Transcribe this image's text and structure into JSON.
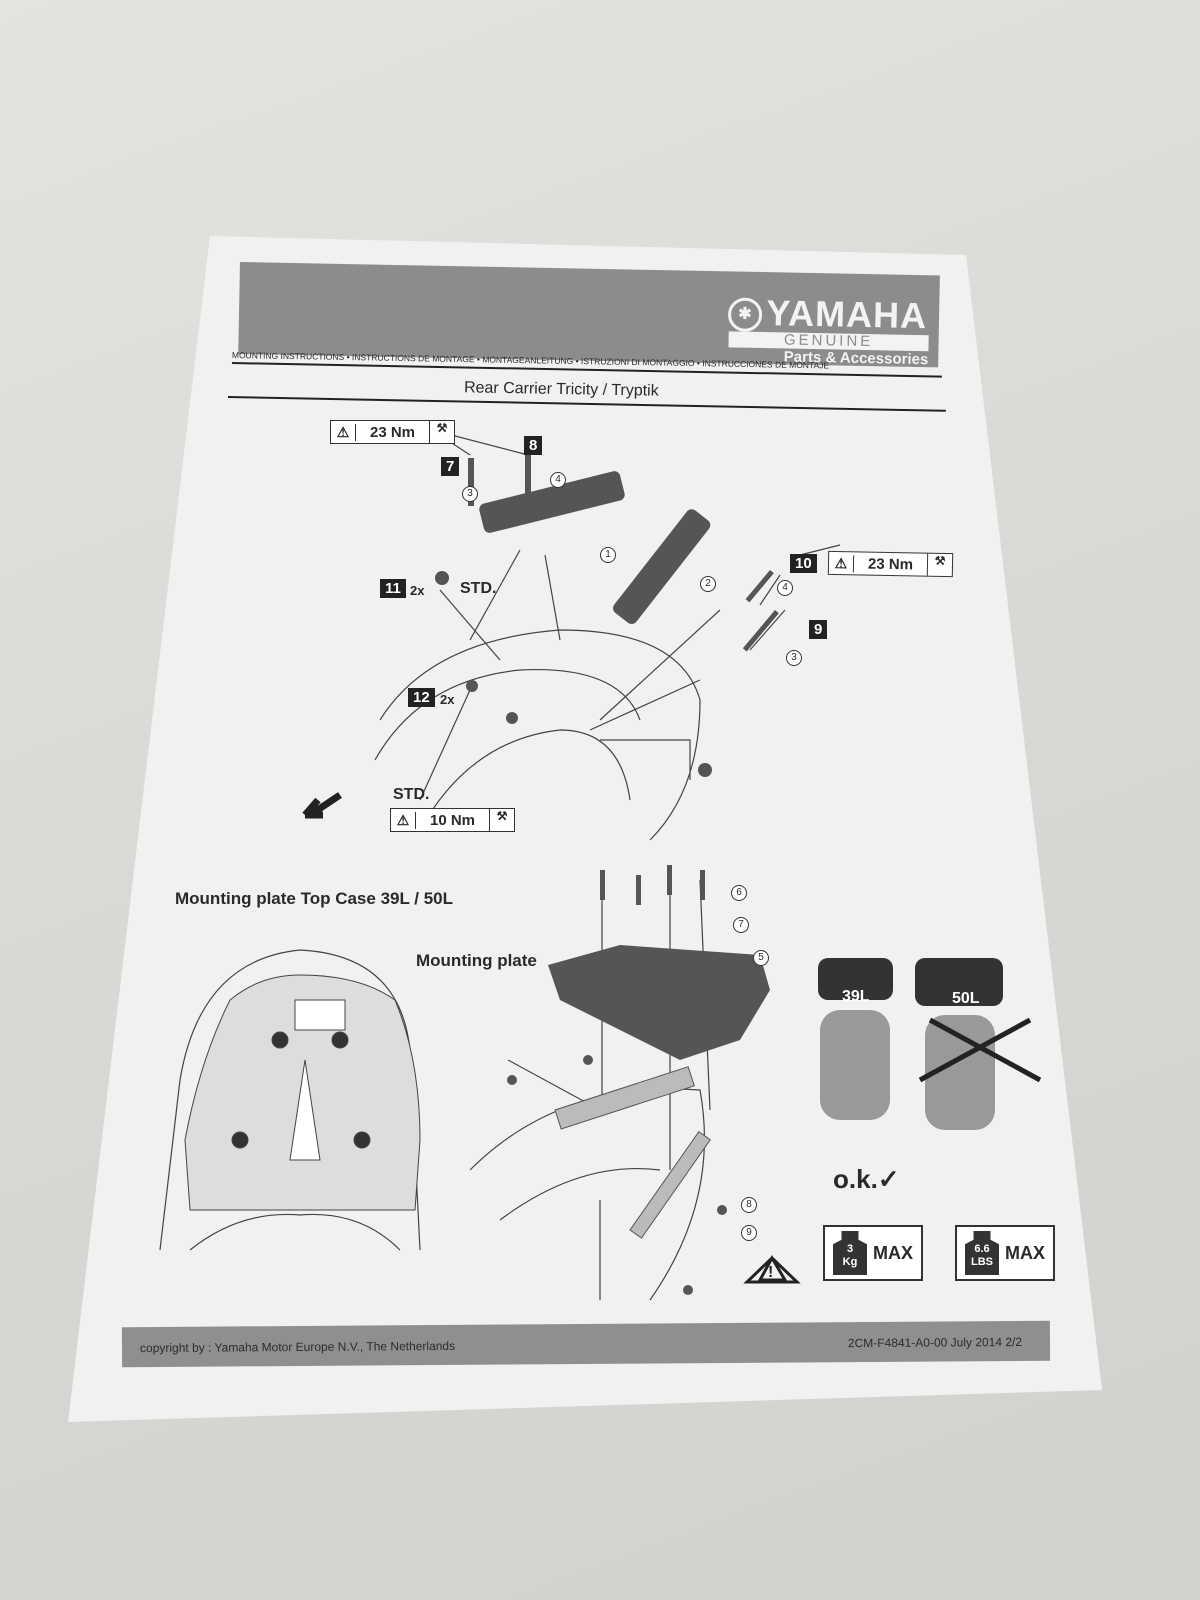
{
  "header": {
    "brand": "YAMAHA",
    "genuine": "GENUINE",
    "parts": "Parts & Accessories",
    "subtitle": "MOUNTING INSTRUCTIONS • INSTRUCTIONS DE MONTAGE • MONTAGEANLEITUNG • ISTRUZIONI DI MONTAGGIO • INSTRUCCIONES DE MONTAJE",
    "title": "Rear Carrier  Tricity / Tryptik"
  },
  "torque": {
    "top_left": "23 Nm",
    "right": "23 Nm",
    "bottom": "10 Nm"
  },
  "steps": {
    "s7": "7",
    "s8": "8",
    "s9": "9",
    "s10": "10",
    "s11": "11",
    "s12": "12"
  },
  "parts": {
    "p1": "1",
    "p2": "2",
    "p3": "3",
    "p4": "4",
    "p5": "5",
    "p6": "6",
    "p7": "7",
    "p8": "8",
    "p9": "9"
  },
  "labels": {
    "qty2x": "2x",
    "std": "STD.",
    "mounting_title": "Mounting plate Top Case 39L / 50L",
    "mounting_plate": "Mounting plate",
    "case39": "39L",
    "case50": "50L",
    "ok": "o.k.✓"
  },
  "weights": {
    "kg_value": "3",
    "kg_unit": "Kg",
    "lbs_value": "6.6",
    "lbs_unit": "LBS",
    "max": "MAX"
  },
  "footer": {
    "copyright": "copyright by : Yamaha Motor Europe N.V., The Netherlands",
    "code": "2CM-F4841-A0-00    July 2014 2/2"
  }
}
